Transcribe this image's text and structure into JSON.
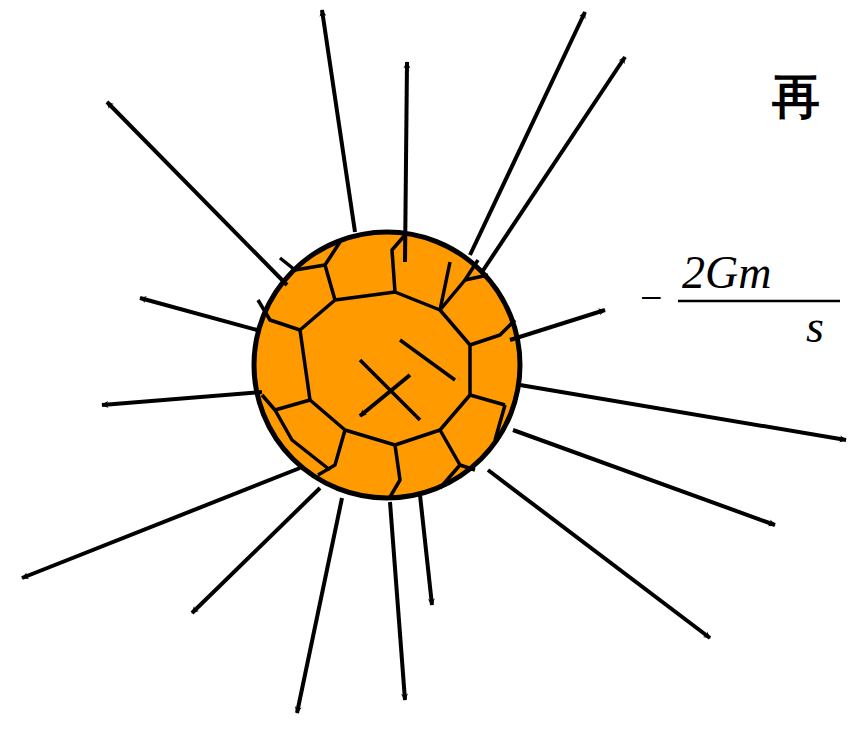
{
  "diagram": {
    "labels": [
      "再",
      "−",
      "2Gm",
      "s"
    ]
  }
}
